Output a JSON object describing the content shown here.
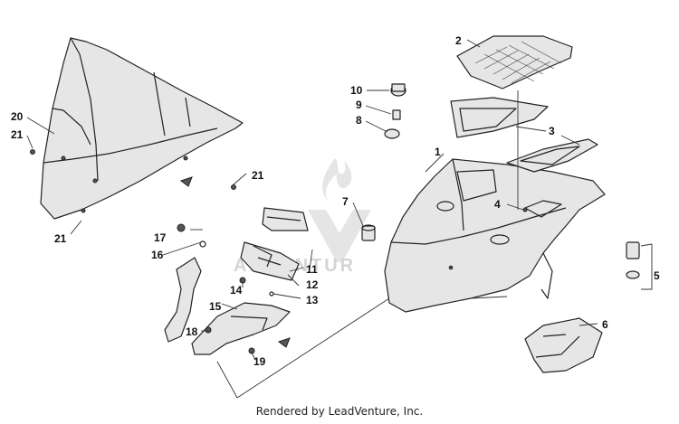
{
  "callouts": [
    "1",
    "2",
    "3",
    "4",
    "5",
    "6",
    "7",
    "8",
    "9",
    "10",
    "11",
    "12",
    "13",
    "14",
    "15",
    "16",
    "17",
    "18",
    "19",
    "20",
    "21"
  ],
  "watermark_text": "ADVENTUR",
  "caption": "Rendered by LeadVenture, Inc.",
  "colors": {
    "line": "#222222",
    "fill": "#e6e6e6",
    "watermark": "#cfcfcf"
  }
}
